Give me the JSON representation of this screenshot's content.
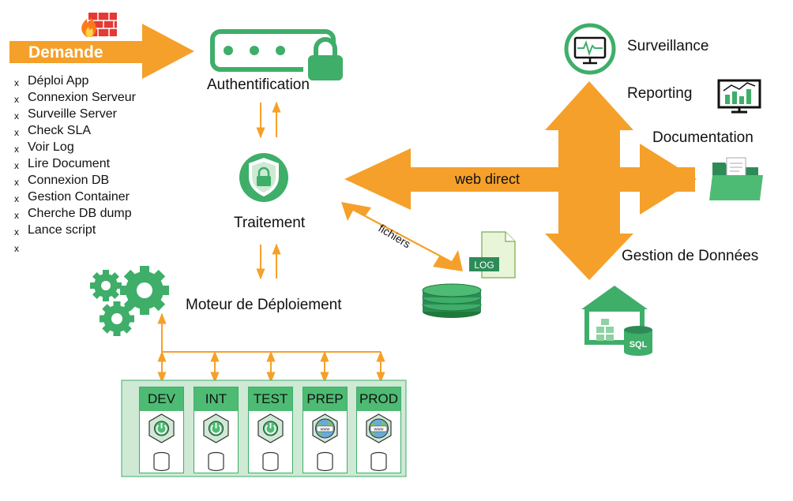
{
  "request": {
    "label": "Demande",
    "bullet": "x",
    "items": [
      "Déploi App",
      "Connexion Serveur",
      "Surveille Server",
      "Check SLA",
      "Voir Log",
      "Lire Document",
      "Connexion DB",
      "Gestion Container",
      "Cherche DB dump",
      "Lance script"
    ]
  },
  "nodes": {
    "auth": "Authentification",
    "processing": "Traitement",
    "engine": "Moteur de Déploiement"
  },
  "web": {
    "label": "web direct",
    "files_label": "fichiers",
    "log_label": "LOG"
  },
  "outputs": {
    "monitoring": "Surveillance",
    "reporting": "Reporting",
    "documentation": "Documentation",
    "data": "Gestion de Données",
    "sql": "SQL"
  },
  "environments": [
    {
      "name": "DEV",
      "kind": "power"
    },
    {
      "name": "INT",
      "kind": "power"
    },
    {
      "name": "TEST",
      "kind": "power"
    },
    {
      "name": "PREP",
      "kind": "www"
    },
    {
      "name": "PROD",
      "kind": "www"
    }
  ],
  "colors": {
    "orange": "#f5a02a",
    "green": "#3eae69",
    "pale_green": "#cfe9d5",
    "header_green": "#4dbb73"
  }
}
